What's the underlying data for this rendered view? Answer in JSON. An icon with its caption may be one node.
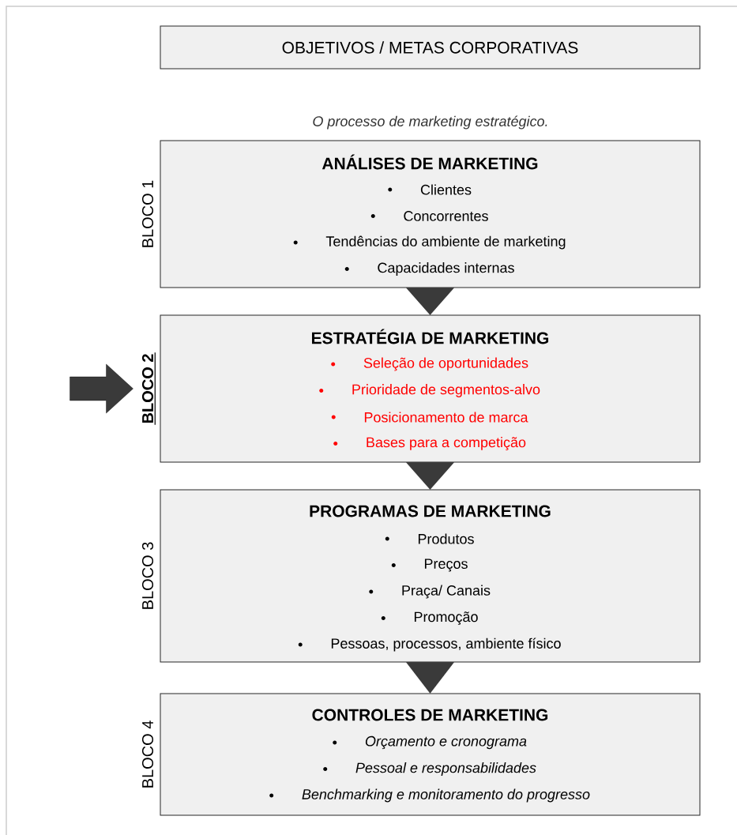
{
  "diagram": {
    "caption": "O processo de marketing estratégico.",
    "nodes": [
      {
        "text": [
          "OBJETIVOS / METAS CORPORATIVAS"
        ]
      },
      {
        "text": [
          "ANÁLISES DE MARKETING",
          "Clientes",
          "Concorrentes",
          "Tendências do ambiente de marketing",
          "Capacidades internas"
        ],
        "beside": [
          "BLOCO 1"
        ]
      },
      {
        "text": [
          "ESTRATÉGIA DE MARKETING",
          "Seleção de oportunidades",
          "Prioridade de segmentos-alvo",
          "Posicionamento de marca",
          "Bases para a competição"
        ],
        "beside": [
          "BLOCO 2"
        ]
      },
      {
        "text": [
          "PROGRAMAS DE MARKETING",
          "Produtos",
          "Preços",
          "Praça/ Canais",
          "Promoção",
          "Pessoas, processos, ambiente físico"
        ],
        "beside": [
          "BLOCO 3"
        ]
      },
      {
        "text": [
          "CONTROLES DE MARKETING",
          "Orçamento e cronograma",
          "Pessoal e responsabilidades",
          "Benchmarking e monitoramento do progresso"
        ],
        "beside": [
          "BLOCO 4"
        ]
      }
    ],
    "edges": [
      {
        "from": 1,
        "to": 2,
        "arrow": "to"
      },
      {
        "from": 2,
        "to": 3,
        "arrow": "to"
      },
      {
        "from": 3,
        "to": 4,
        "arrow": "to"
      },
      {
        "from": null,
        "to": 2,
        "arrow": "to"
      }
    ]
  }
}
